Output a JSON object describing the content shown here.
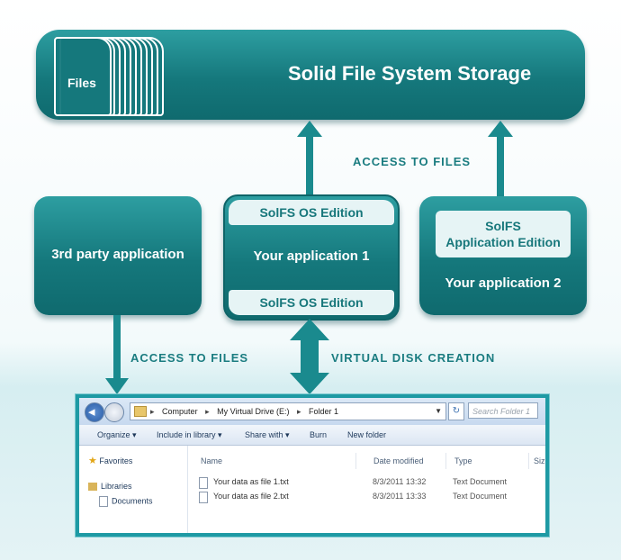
{
  "storage": {
    "title": "Solid File System Storage",
    "files_label": "Files"
  },
  "arrows": {
    "top_label": "ACCESS TO FILES",
    "bottom_left_label": "ACCESS TO FILES",
    "bottom_right_label": "VIRTUAL DISK CREATION"
  },
  "boxes": {
    "third_party": "3rd party application",
    "app1": {
      "os_top": "SolFS OS Edition",
      "label": "Your application 1",
      "os_bottom": "SolFS OS Edition"
    },
    "app2": {
      "edition_line1": "SolFS",
      "edition_line2": "Application Edition",
      "label": "Your application 2"
    }
  },
  "explorer": {
    "breadcrumbs": [
      "Computer",
      "My Virtual Drive (E:)",
      "Folder 1"
    ],
    "search_placeholder": "Search Folder 1",
    "toolbar": [
      "Organize ▾",
      "Include in library ▾",
      "Share with ▾",
      "Burn",
      "New folder"
    ],
    "nav": {
      "favorites": "Favorites",
      "libraries": "Libraries",
      "documents": "Documents"
    },
    "columns": [
      "Name",
      "Date modified",
      "Type",
      "Siz"
    ],
    "files": [
      {
        "name": "Your data as file 1.txt",
        "date": "8/3/2011 13:32",
        "type": "Text Document"
      },
      {
        "name": "Your data as file 2.txt",
        "date": "8/3/2011 13:33",
        "type": "Text Document"
      }
    ],
    "colors": {
      "frame": "#1e9aa4"
    }
  },
  "colors": {
    "teal_dark": "#0f6a6e",
    "teal_light": "#2d9ea1",
    "label": "#1a7c80"
  }
}
